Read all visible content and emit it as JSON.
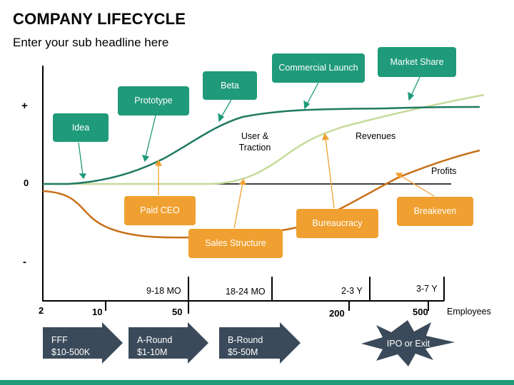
{
  "header": {
    "title": "COMPANY LIFECYCLE",
    "subtitle": "Enter your sub headline here"
  },
  "axis": {
    "plus": "+",
    "zero": "0",
    "minus": "-",
    "x_label": "Employees",
    "ticks": [
      "2",
      "10",
      "50",
      "200",
      "500"
    ],
    "periods": [
      "9-18 MO",
      "18-24 MO",
      "2-3 Y",
      "3-7 Y"
    ]
  },
  "curves": {
    "user_traction": "User &\nTraction",
    "revenues": "Revenues",
    "profits": "Profits"
  },
  "milestones": [
    "Idea",
    "Prototype",
    "Beta",
    "Commercial Launch",
    "Market Share"
  ],
  "hires": [
    "Paid CEO",
    "Sales Structure",
    "Bureaucracy",
    "Breakeven"
  ],
  "funding": [
    {
      "line1": "FFF",
      "line2": "$10-500K"
    },
    {
      "line1": "A-Round",
      "line2": "$1-10M"
    },
    {
      "line1": "B-Round",
      "line2": "$5-50M"
    }
  ],
  "exit": "IPO or Exit",
  "colors": {
    "teal": "#1f9a7a",
    "light_green": "#c5da9a",
    "orange": "#f0a030",
    "dark_orange": "#c8701a",
    "slate": "#3b4a5a"
  }
}
